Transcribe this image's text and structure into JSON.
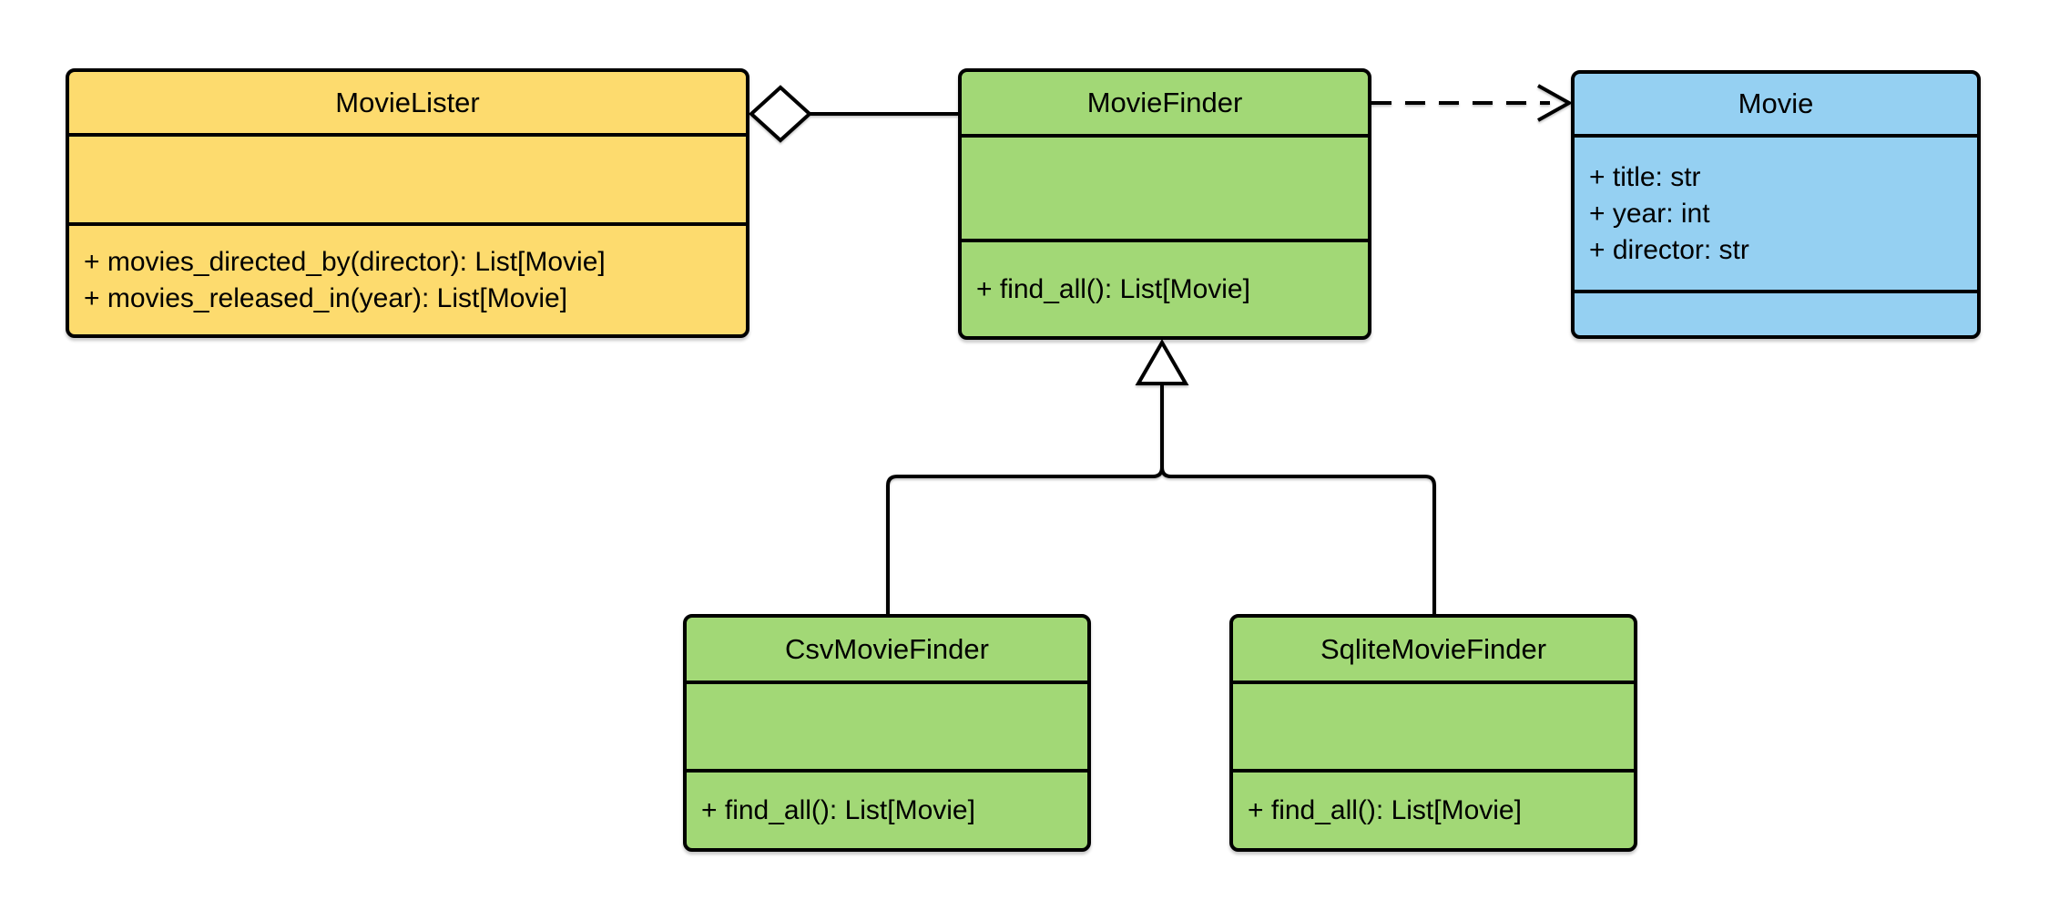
{
  "diagram": {
    "background_color": "#ffffff",
    "stroke_color": "#000000",
    "classes": [
      {
        "name": "MovieLister",
        "fill": "#FDDB6E",
        "attributes": [],
        "methods": [
          "+ movies_directed_by(director): List[Movie]",
          "+ movies_released_in(year): List[Movie]"
        ]
      },
      {
        "name": "MovieFinder",
        "fill": "#A2D876",
        "attributes": [],
        "methods": [
          "+ find_all(): List[Movie]"
        ]
      },
      {
        "name": "Movie",
        "fill": "#95D0F2",
        "attributes": [
          "+ title: str",
          "+ year: int",
          "+ director: str"
        ],
        "methods": []
      },
      {
        "name": "CsvMovieFinder",
        "fill": "#A2D876",
        "attributes": [],
        "methods": [
          "+ find_all(): List[Movie]"
        ]
      },
      {
        "name": "SqliteMovieFinder",
        "fill": "#A2D876",
        "attributes": [],
        "methods": [
          "+ find_all(): List[Movie]"
        ]
      }
    ],
    "relationships": [
      {
        "type": "aggregation",
        "owner": "MovieLister",
        "part": "MovieFinder"
      },
      {
        "type": "dependency",
        "from": "MovieFinder",
        "to": "Movie"
      },
      {
        "type": "inheritance",
        "child": "CsvMovieFinder",
        "parent": "MovieFinder"
      },
      {
        "type": "inheritance",
        "child": "SqliteMovieFinder",
        "parent": "MovieFinder"
      }
    ]
  }
}
